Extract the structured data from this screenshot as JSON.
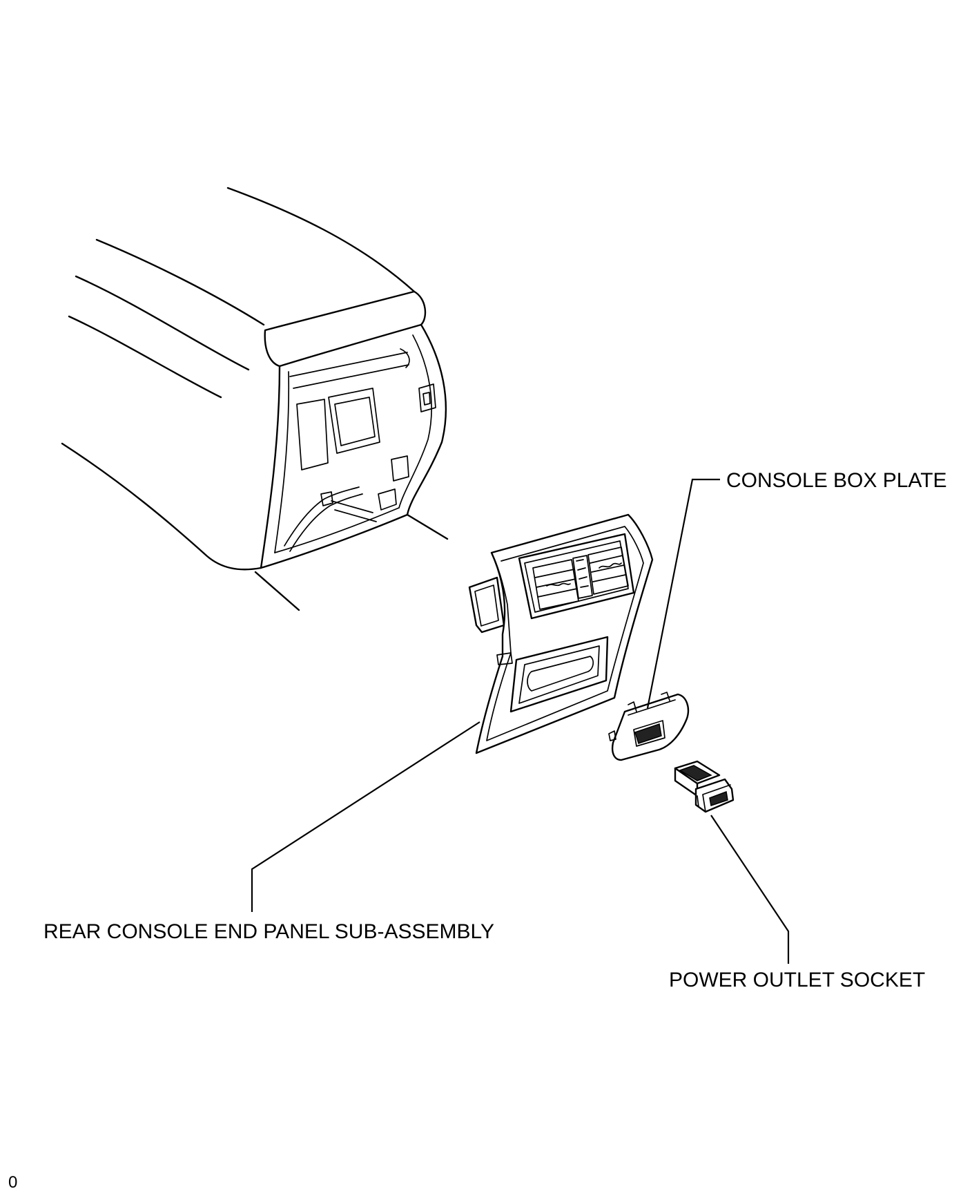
{
  "labels": {
    "console_box_plate": "CONSOLE BOX PLATE",
    "rear_console_end_panel": "REAR CONSOLE END PANEL SUB-ASSEMBLY",
    "power_outlet_socket": "POWER OUTLET SOCKET",
    "figure_code": "0"
  }
}
